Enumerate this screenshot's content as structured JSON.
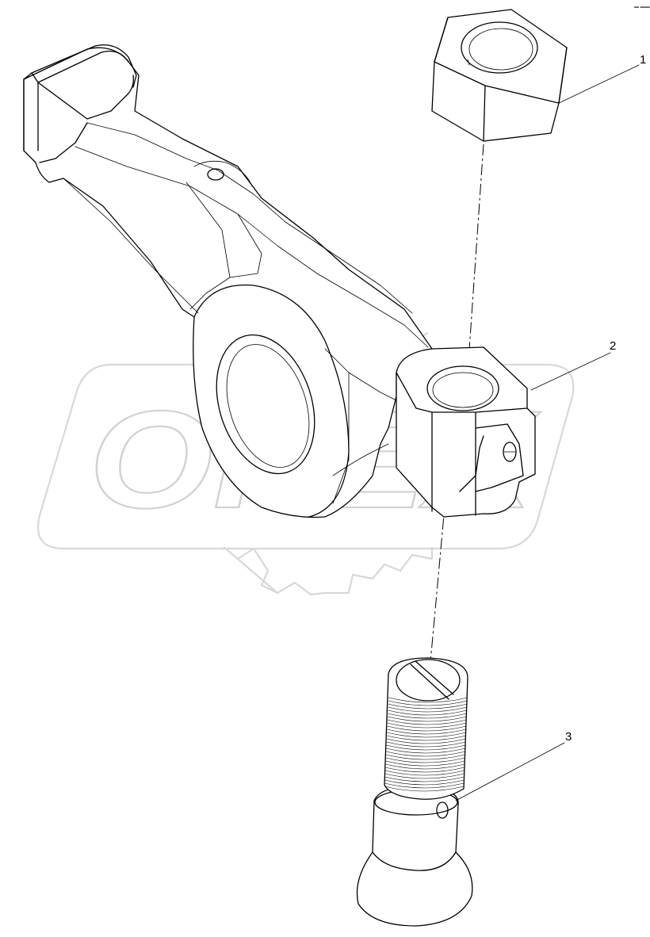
{
  "diagram": {
    "corner_mark": "▬ ▬▬",
    "watermark_text": "OPEX",
    "parts": [
      {
        "id": "nut",
        "icon": "hex-nut-icon",
        "callout": "1"
      },
      {
        "id": "rocker-arm",
        "icon": "rocker-arm-icon",
        "callout": "2"
      },
      {
        "id": "adjusting-screw",
        "icon": "adjusting-screw-icon",
        "callout": "3"
      }
    ]
  }
}
